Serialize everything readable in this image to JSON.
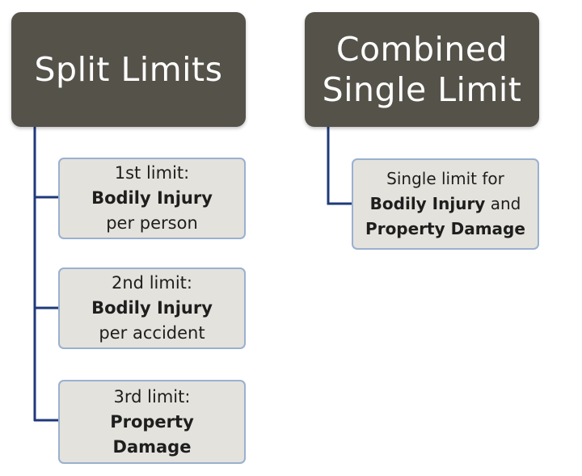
{
  "split_limits": {
    "title": "Split Limits",
    "items": [
      {
        "line1": "1st limit:",
        "line2": "Bodily Injury",
        "line3": "per person"
      },
      {
        "line1": "2nd limit:",
        "line2": "Bodily Injury",
        "line3": "per accident"
      },
      {
        "line1": "3rd limit:",
        "line2": "Property",
        "line3": "Damage"
      }
    ]
  },
  "combined_single_limit": {
    "title_line1": "Combined",
    "title_line2": "Single Limit",
    "item": {
      "line1": "Single limit for",
      "line2_bold": "Bodily Injury",
      "line2_rest": " and",
      "line3": "Property Damage"
    }
  },
  "colors": {
    "header_bg": "#55524a",
    "box_bg": "#e4e2dc",
    "box_border": "#9ab0cf",
    "connector": "#1f3a7a"
  }
}
